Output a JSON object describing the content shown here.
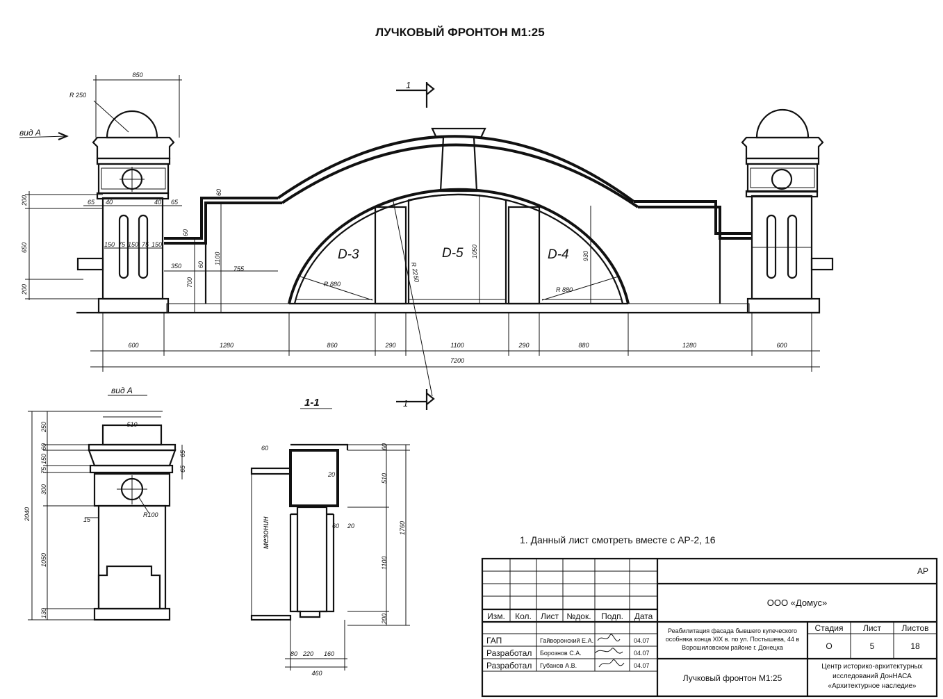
{
  "sheet": {
    "title": "ЛУЧКОВЫЙ ФРОНТОН М1:25",
    "note": "1. Данный лист смотреть вместе с АР-2, 16"
  },
  "labels": {
    "view_a_top": "вид А",
    "view_a_bottom": "вид А",
    "section_name": "1-1",
    "section_mark": "1",
    "d3": "D-3",
    "d5": "D-5",
    "d4": "D-4",
    "mezonin": "мезонин"
  },
  "dims_main": {
    "bottom": [
      "600",
      "1280",
      "860",
      "290",
      "1100",
      "290",
      "880",
      "1280",
      "600"
    ],
    "total": "7200",
    "top_width": "850",
    "dome_radius": "R 250",
    "arch_radius": "R 2250",
    "window_radius_left": "R 880",
    "window_radius_right": "R 880",
    "d5_height": "1050",
    "d4_height": "930",
    "left_heights": [
      "200",
      "650",
      "200"
    ],
    "pillar_small": [
      "65",
      "40",
      "40",
      "65"
    ],
    "pillar_slots": [
      "150",
      "75",
      "150",
      "75",
      "150"
    ],
    "mid": [
      "350",
      "755",
      "60",
      "60",
      "60",
      "700",
      "1100"
    ]
  },
  "dims_view_a": {
    "top": "510",
    "heights": [
      "250",
      "60",
      "150",
      "75",
      "300",
      "15",
      "1050",
      "130"
    ],
    "total_height": "2040",
    "radius": "R100",
    "side": [
      "65",
      "65"
    ]
  },
  "dims_section": {
    "heights_right": [
      "60",
      "510",
      "1100",
      "200"
    ],
    "total_height": "1760",
    "small": [
      "20",
      "60",
      "20",
      "60"
    ],
    "bottom": [
      "80",
      "220",
      "160"
    ],
    "bottom_total": "460"
  },
  "stamp": {
    "code": "АР",
    "headers": [
      "Изм.",
      "Кол.",
      "Лист",
      "№док.",
      "Подп.",
      "Дата"
    ],
    "rows": [
      {
        "role": "ГАП",
        "name": "Гайворонский Е.А.",
        "date": "04.07"
      },
      {
        "role": "Разработал",
        "name": "Борознов С.А.",
        "date": "04.07"
      },
      {
        "role": "Разработал",
        "name": "Губанов А.В.",
        "date": "04.07"
      }
    ],
    "company": "ООО «Домус»",
    "project_line1": "Реабилитация фасада бывшего купеческого",
    "project_line2": "особняка конца XIX в. по ул. Постышева, 44 в",
    "project_line3": "Ворошиловском районе г. Донецка",
    "stage_label": "Стадия",
    "sheet_label": "Лист",
    "sheets_label": "Листов",
    "stage": "О",
    "sheet_no": "5",
    "sheets_total": "18",
    "sheet_name": "Лучковый фронтон М1:25",
    "org_line1": "Центр историко-архитектурных",
    "org_line2": "исследований ДонНАСА",
    "org_line3": "«Архитектурное наследие»"
  }
}
